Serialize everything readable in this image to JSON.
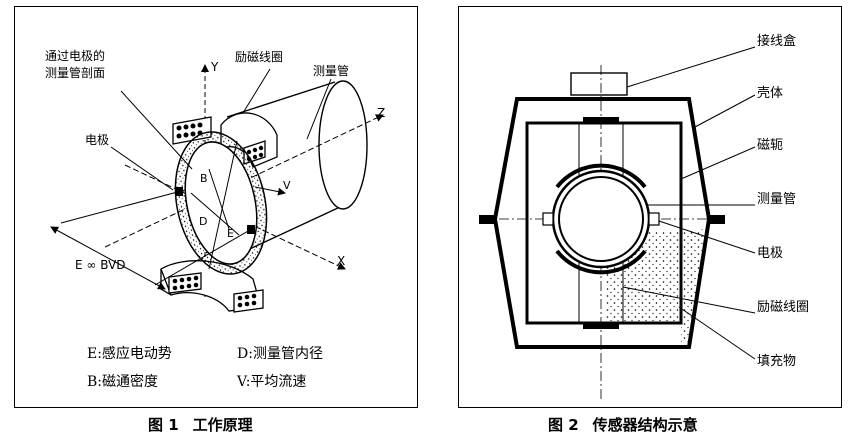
{
  "figure1": {
    "caption_number": "图 1",
    "caption_title": "工作原理",
    "labels": {
      "section_line1": "通过电极的",
      "section_line2": "测量管剖面",
      "coil": "励磁线圈",
      "tube": "测量管",
      "electrode": "电极",
      "axis_y": "Y",
      "axis_z": "Z",
      "axis_x": "X",
      "b": "B",
      "d": "D",
      "e": "E",
      "v": "V",
      "emf_relation": "E ∞ BVD"
    },
    "legend": [
      "E:感应电动势",
      "D:测量管内径",
      "B:磁通密度",
      "V:平均流速"
    ]
  },
  "figure2": {
    "caption_number": "图 2",
    "caption_title": "传感器结构示意",
    "labels": [
      "接线盒",
      "壳体",
      "磁轭",
      "测量管",
      "电极",
      "励磁线圈",
      "填充物"
    ]
  }
}
